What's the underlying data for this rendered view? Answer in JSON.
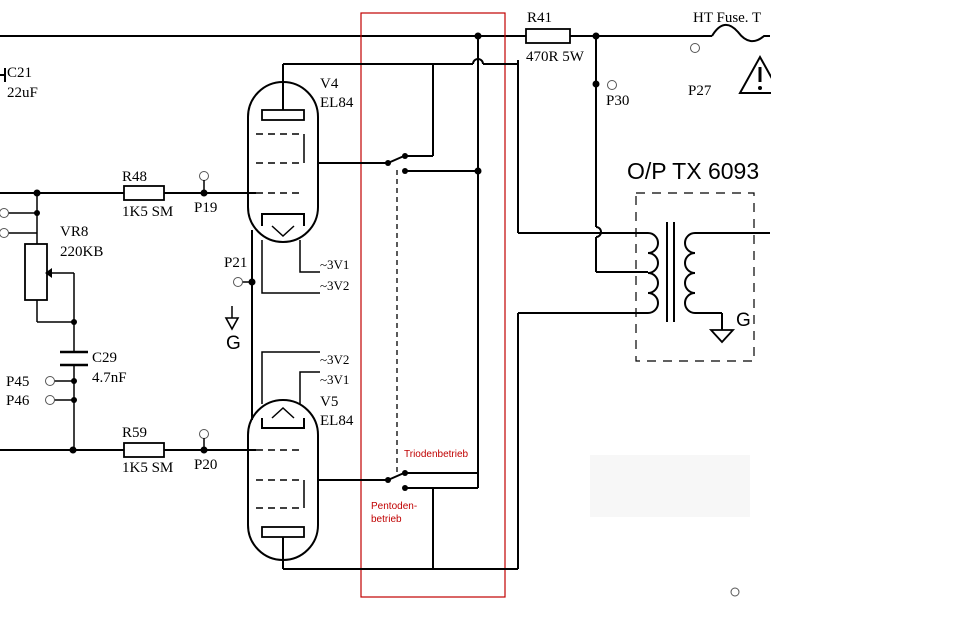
{
  "labels": {
    "c21": "C21",
    "c21_value": "22uF",
    "r41": "R41",
    "r41_value": "470R 5W",
    "ht_fuse": "HT Fuse. T",
    "p27": "P27",
    "p30": "P30",
    "v4": "V4",
    "v4_type": "EL84",
    "r48": "R48",
    "r48_value": "1K5 SM",
    "p19": "P19",
    "vr8": "VR8",
    "vr8_value": "220KB",
    "p21": "P21",
    "heater_1_top": "~3V1",
    "heater_2_top": "~3V2",
    "ground_left": "G",
    "heater_2_bottom": "~3V2",
    "heater_1_bottom": "~3V1",
    "c29": "C29",
    "c29_value": "4.7nF",
    "p45": "P45",
    "p46": "P46",
    "v5": "V5",
    "v5_type": "EL84",
    "r59": "R59",
    "r59_value": "1K5 SM",
    "p20": "P20",
    "triode_mode": "Triodenbetrieb",
    "pentode_mode_1": "Pentoden-",
    "pentode_mode_2": "betrieb",
    "transformer": "O/P TX 6093",
    "ground_right": "G"
  },
  "colors": {
    "ink": "#000000",
    "modification_box": "#c00000",
    "annotation_text": "#c00000",
    "test_point": "#555555"
  }
}
